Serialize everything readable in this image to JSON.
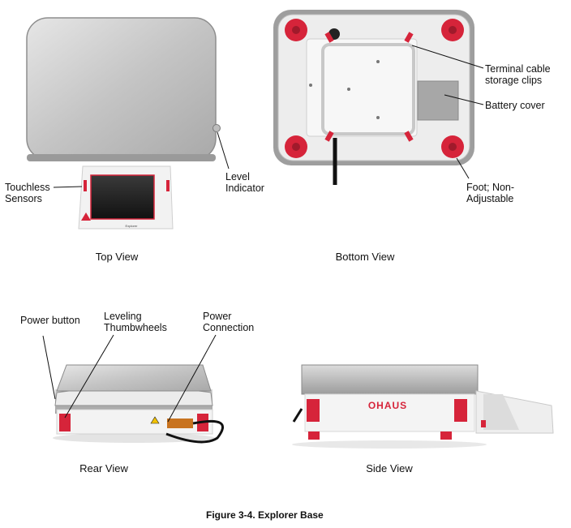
{
  "top_view": {
    "labels": {
      "touchless_sensors": "Touchless\nSensors",
      "level_indicator": "Level\nIndicator"
    },
    "logo_text": "Explorer",
    "caption": "Top View"
  },
  "bottom_view": {
    "labels": {
      "terminal_cable": "Terminal cable\nstorage clips",
      "battery_cover": "Battery cover",
      "foot": "Foot; Non-\nAdjustable"
    },
    "caption": "Bottom View"
  },
  "rear_view": {
    "labels": {
      "power_button": "Power button",
      "leveling_thumbwheels": "Leveling\nThumbwheels",
      "power_connection": "Power\nConnection"
    },
    "caption": "Rear View"
  },
  "side_view": {
    "brand_text": "OHAUS",
    "caption": "Side View"
  },
  "figure_title": "Figure 3-4. Explorer Base",
  "colors": {
    "accent_red": "#d6243a",
    "steel": "#c9c9c9",
    "body_white": "#f4f4f4"
  }
}
